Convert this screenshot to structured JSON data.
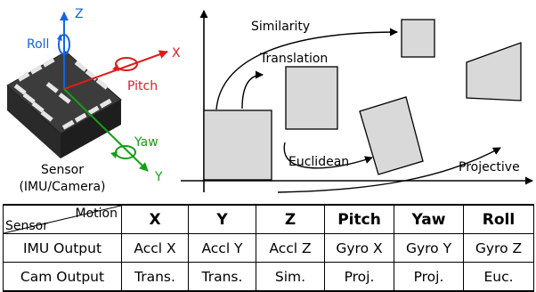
{
  "sensor": {
    "label_line1": "Sensor",
    "label_line2": "(IMU/Camera)",
    "axes": {
      "z": "Z",
      "x": "X",
      "y": "Y",
      "roll": "Roll",
      "pitch": "Pitch",
      "yaw": "Yaw"
    },
    "colors": {
      "z_axis": "#1565e0",
      "x_axis": "#e01b1b",
      "y_axis": "#159f15",
      "chip_body": "#3a3a3a",
      "pads": "#e6e6e6"
    }
  },
  "transforms": {
    "similarity": "Similarity",
    "translation": "Translation",
    "euclidean": "Euclidean",
    "projective": "Projective",
    "shape_fill": "#d9d9d9"
  },
  "table": {
    "corner_motion": "Motion",
    "corner_sensor": "Sensor",
    "headers": [
      "X",
      "Y",
      "Z",
      "Pitch",
      "Yaw",
      "Roll"
    ],
    "rows": [
      {
        "label": "IMU Output",
        "cells": [
          "Accl X",
          "Accl Y",
          "Accl Z",
          "Gyro X",
          "Gyro Y",
          "Gyro Z"
        ]
      },
      {
        "label": "Cam Output",
        "cells": [
          "Trans.",
          "Trans.",
          "Sim.",
          "Proj.",
          "Proj.",
          "Euc."
        ]
      }
    ]
  }
}
